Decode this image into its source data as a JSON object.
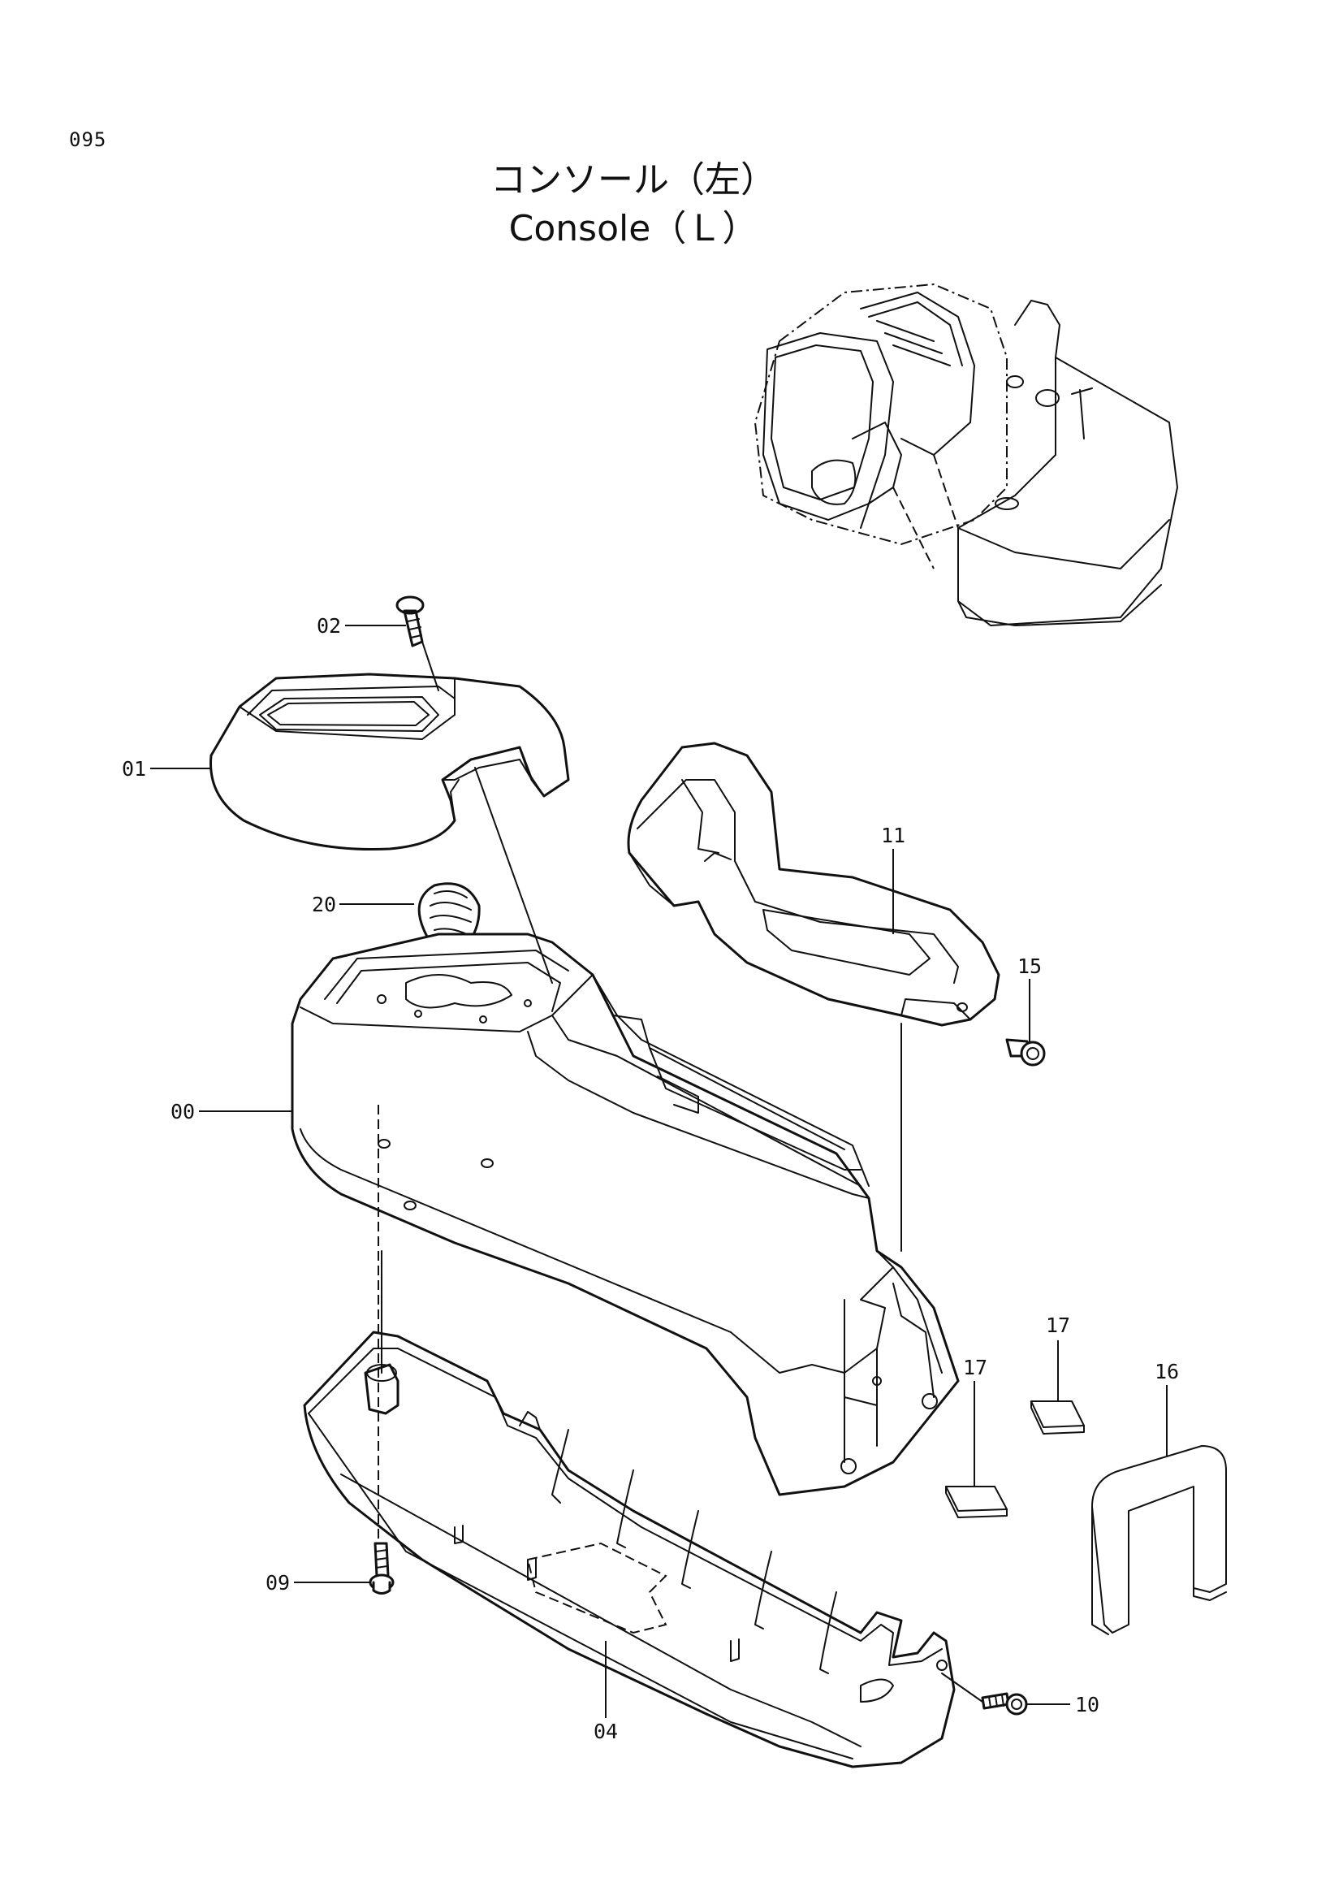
{
  "page": {
    "number": "095",
    "title_jp": "コンソール（左）",
    "title_en": "Console（Ｌ）"
  },
  "callouts": {
    "c00": "00",
    "c01": "01",
    "c02": "02",
    "c04": "04",
    "c09": "09",
    "c10": "10",
    "c11": "11",
    "c15": "15",
    "c16": "16",
    "c17a": "17",
    "c17b": "17",
    "c20": "20"
  }
}
